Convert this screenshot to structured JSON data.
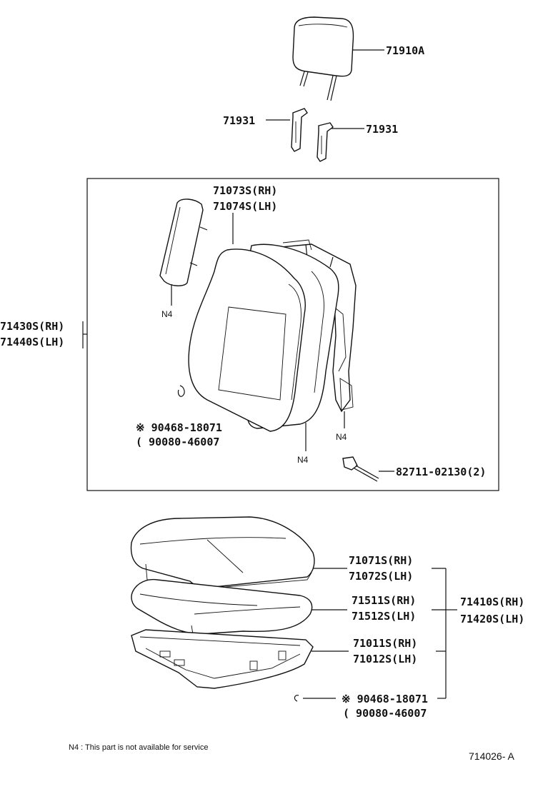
{
  "labels": {
    "headrest": "71910A",
    "support_left": "71931",
    "support_right": "71931",
    "back_cover_rh": "71073S(RH)",
    "back_cover_lh": "71074S(LH)",
    "back_assy_rh": "71430S(RH)",
    "back_assy_lh": "71440S(LH)",
    "n4_armrest": "N4",
    "n4_back": "N4",
    "n4_frame": "N4",
    "hogring_a": "※ 90468-18071",
    "hogring_b": "( 90080-46007",
    "clip": "82711-02130(2)",
    "cushion_cover_rh": "71071S(RH)",
    "cushion_cover_lh": "71072S(LH)",
    "cushion_pad_rh": "71511S(RH)",
    "cushion_pad_lh": "71512S(LH)",
    "cushion_assy_rh": "71410S(RH)",
    "cushion_assy_lh": "71420S(LH)",
    "frame_rh": "71011S(RH)",
    "frame_lh": "71012S(LH)",
    "hogring2_a": "※ 90468-18071",
    "hogring2_b": "( 90080-46007",
    "note": "N4 :  This part is not available for service",
    "reference": "714026- A"
  },
  "colors": {
    "line": "#111111",
    "background": "#ffffff"
  }
}
